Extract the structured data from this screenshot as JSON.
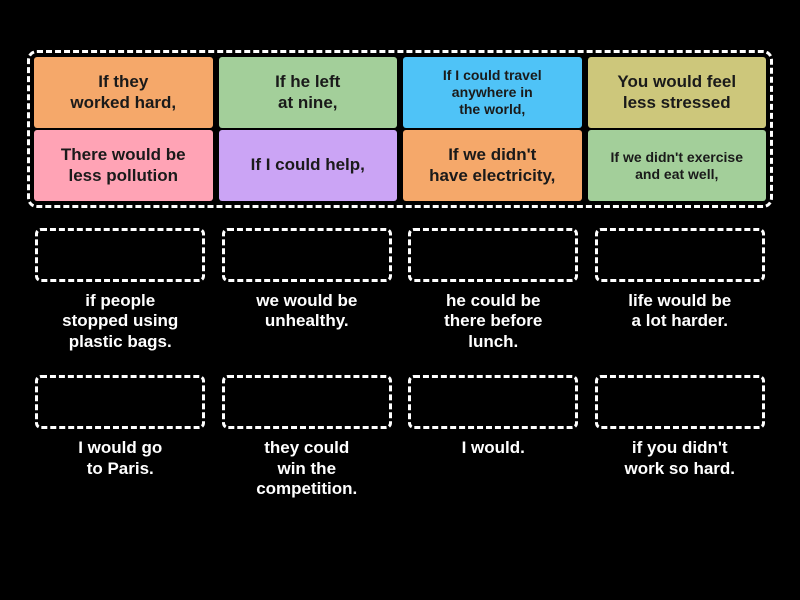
{
  "activity": {
    "type": "match-up-drag-and-drop",
    "background_color": "#000000",
    "border_color": "#ffffff"
  },
  "tile_bank": {
    "rows": [
      [
        {
          "text": "If they\nworked hard,",
          "color": "#F5A86A",
          "size": "normal"
        },
        {
          "text": "If he left\nat nine,",
          "color": "#A3CF9A",
          "size": "normal"
        },
        {
          "text": "If I could travel\nanywhere in\nthe world,",
          "color": "#4FC3F7",
          "size": "small"
        },
        {
          "text": "You would feel\nless stressed",
          "color": "#CDC77B",
          "size": "normal"
        }
      ],
      [
        {
          "text": "There would be\nless pollution",
          "color": "#FFA3B5",
          "size": "normal"
        },
        {
          "text": "If I could help,",
          "color": "#CBA4F5",
          "size": "normal"
        },
        {
          "text": "If we didn't\nhave electricity,",
          "color": "#F5A86A",
          "size": "normal"
        },
        {
          "text": "If we didn't exercise\nand eat well,",
          "color": "#A3CF9A",
          "size": "small"
        }
      ]
    ]
  },
  "answers": {
    "rows": [
      [
        {
          "label": "if people\nstopped using\nplastic bags."
        },
        {
          "label": "we would be\nunhealthy."
        },
        {
          "label": "he could be\nthere before\nlunch."
        },
        {
          "label": "life would be\na lot harder."
        }
      ],
      [
        {
          "label": "I would go\nto Paris."
        },
        {
          "label": "they could\nwin the\ncompetition."
        },
        {
          "label": "I would."
        },
        {
          "label": "if you didn't\nwork so hard."
        }
      ]
    ]
  }
}
